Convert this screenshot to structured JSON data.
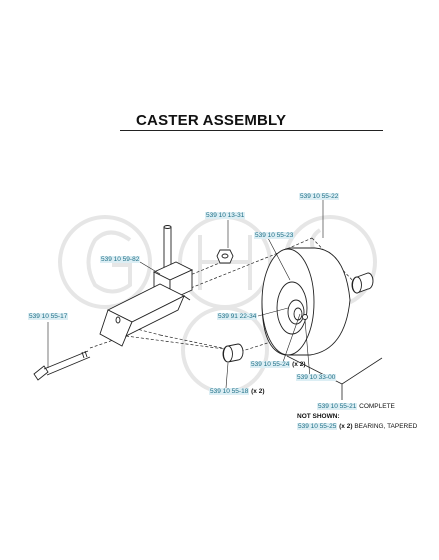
{
  "title": "CASTER ASSEMBLY",
  "watermark": "GHS",
  "colors": {
    "part_number_highlight": "#dceef4",
    "part_number_text": "#1e6f86",
    "line": "#222222",
    "watermark": "#e4e4e4"
  },
  "callouts": {
    "tire": "539 10 55-22",
    "nut": "539 10 13-31",
    "wheel_hub": "539 10 55-23",
    "fork": "539 10 59-82",
    "bolt": "539 10 55-17",
    "valve_stem": "539 91 22-34",
    "bearing_inner": {
      "part": "539 10 55-24",
      "qty": "(x 2)"
    },
    "axle_spacer": "539 10 33-00",
    "spacer": {
      "part": "539 10 55-18",
      "qty": "(x 2)"
    },
    "complete": {
      "part": "539 10 55-21",
      "label": "COMPLETE"
    }
  },
  "not_shown": {
    "heading": "NOT SHOWN:",
    "part": "539 10 55-25",
    "qty": "(x 2)",
    "description": "BEARING, TAPERED"
  }
}
